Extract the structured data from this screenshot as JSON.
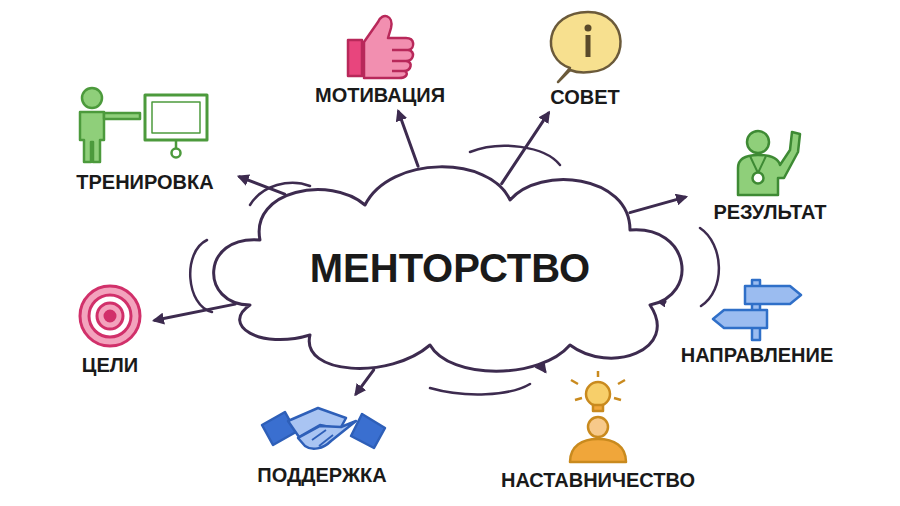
{
  "diagram": {
    "nodes": [
      {
        "text": [
          "МЕНТОРСТВО"
        ]
      },
      {
        "text": [
          "МОТИВАЦИЯ"
        ]
      },
      {
        "text": [
          "СОВЕТ"
        ]
      },
      {
        "text": [
          "ТРЕНИРОВКА"
        ]
      },
      {
        "text": [
          "РЕЗУЛЬТАТ"
        ]
      },
      {
        "text": [
          "ЦЕЛИ"
        ]
      },
      {
        "text": [
          "НАПРАВЛЕНИЕ"
        ]
      },
      {
        "text": [
          "ПОДДЕРЖКА"
        ]
      },
      {
        "text": [
          "НАСТАВНИЧЕСТВО"
        ]
      }
    ],
    "edges": [
      {
        "from": 0,
        "to": 1,
        "arrow": "to"
      },
      {
        "from": 0,
        "to": 2,
        "arrow": "to"
      },
      {
        "from": 0,
        "to": 3,
        "arrow": "to"
      },
      {
        "from": 0,
        "to": 4,
        "arrow": "to"
      },
      {
        "from": 0,
        "to": 5,
        "arrow": "to"
      },
      {
        "from": 0,
        "to": 6,
        "arrow": "to"
      },
      {
        "from": 0,
        "to": 7,
        "arrow": "to"
      },
      {
        "from": 0,
        "to": 8,
        "arrow": "to"
      }
    ]
  }
}
